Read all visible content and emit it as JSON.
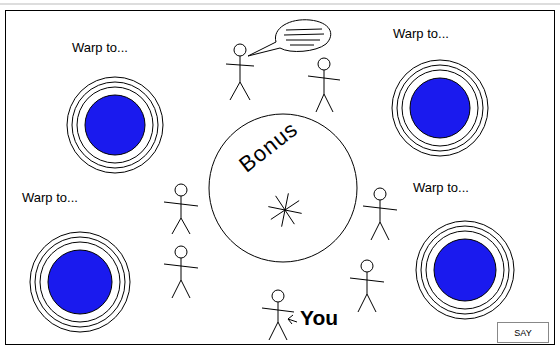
{
  "diagram": {
    "nodes": [
      {
        "text": [
          "Warp to..."
        ]
      },
      {
        "text": [
          "Warp to..."
        ]
      },
      {
        "text": [
          "Bonus"
        ]
      },
      {
        "text": [
          "Warp to..."
        ]
      },
      {
        "text": [
          "Warp to..."
        ]
      },
      {
        "text": [
          "SAY"
        ]
      }
    ],
    "labels": [
      "You"
    ]
  }
}
